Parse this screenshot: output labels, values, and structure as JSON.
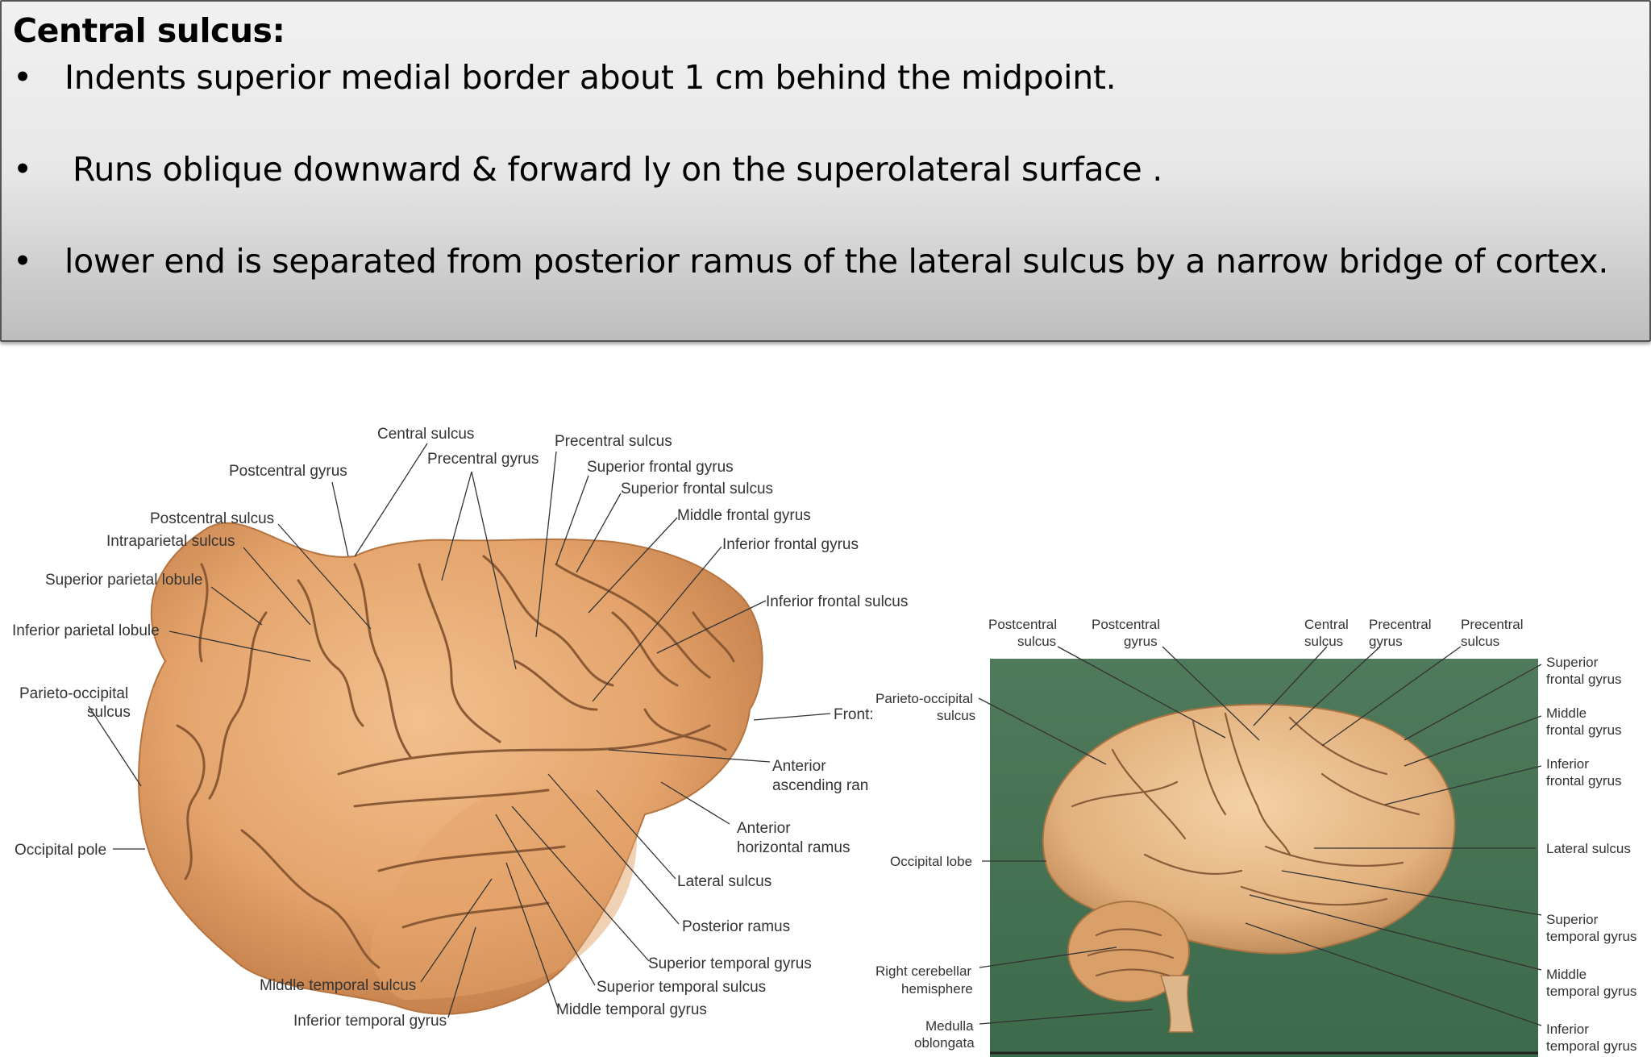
{
  "slide": {
    "heading": "Central sulcus:",
    "bullet_char": "•",
    "bullets": [
      "Indents  superior medial border about 1 cm behind the midpoint.",
      "Runs oblique downward & forward ly on the superolateral surface .",
      "lower end is separated from  posterior ramus of the lateral sulcus by a narrow bridge of cortex."
    ]
  },
  "diagram_left": {
    "labels": {
      "central_sulcus": "Central sulcus",
      "precentral_sulcus": "Precentral sulcus",
      "postcentral_gyrus": "Postcentral gyrus",
      "precentral_gyrus": "Precentral gyrus",
      "superior_frontal_gyrus": "Superior frontal gyrus",
      "superior_frontal_sulcus": "Superior frontal sulcus",
      "postcentral_sulcus": "Postcentral sulcus",
      "middle_frontal_gyrus": "Middle frontal gyrus",
      "intraparietal_sulcus": "Intraparietal sulcus",
      "inferior_frontal_gyrus": "Inferior frontal gyrus",
      "superior_parietal_lobule": "Superior parietal lobule",
      "inferior_frontal_sulcus": "Inferior frontal sulcus",
      "inferior_parietal_lobule": "Inferior parietal lobule",
      "parieto_occipital_1": "Parieto-occipital",
      "parieto_occipital_2": "sulcus",
      "frontal": "Front:",
      "anterior_ascending_1": "Anterior",
      "anterior_ascending_2": "ascending ran",
      "anterior_horizontal_1": "Anterior",
      "anterior_horizontal_2": "horizontal ramus",
      "occipital_pole": "Occipital pole",
      "lateral_sulcus": "Lateral sulcus",
      "posterior_ramus": "Posterior ramus",
      "superior_temporal_gyrus": "Superior temporal gyrus",
      "middle_temporal_sulcus": "Middle temporal sulcus",
      "superior_temporal_sulcus": "Superior temporal sulcus",
      "middle_temporal_gyrus": "Middle temporal gyrus",
      "inferior_temporal_gyrus": "Inferior temporal gyrus"
    }
  },
  "diagram_right": {
    "labels": {
      "postcentral_sulcus_1": "Postcentral",
      "postcentral_sulcus_2": "sulcus",
      "postcentral_gyrus_1": "Postcentral",
      "postcentral_gyrus_2": "gyrus",
      "central_sulcus_1": "Central",
      "central_sulcus_2": "sulcus",
      "precentral_gyrus_1": "Precentral",
      "precentral_gyrus_2": "gyrus",
      "precentral_sulcus_1": "Precentral",
      "precentral_sulcus_2": "sulcus",
      "parieto_occipital_1": "Parieto-occipital",
      "parieto_occipital_2": "sulcus",
      "superior_frontal_1": "Superior",
      "superior_frontal_2": "frontal gyrus",
      "middle_frontal_1": "Middle",
      "middle_frontal_2": "frontal gyrus",
      "inferior_frontal_1": "Inferior",
      "inferior_frontal_2": "frontal gyrus",
      "lateral_sulcus": "Lateral sulcus",
      "occipital_lobe": "Occipital lobe",
      "superior_temporal_1": "Superior",
      "superior_temporal_2": "temporal gyrus",
      "right_cerebellar_1": "Right cerebellar",
      "right_cerebellar_2": "hemisphere",
      "middle_temporal_1": "Middle",
      "middle_temporal_2": "temporal gyrus",
      "medulla_1": "Medulla",
      "medulla_2": "oblongata",
      "inferior_temporal_1": "Inferior",
      "inferior_temporal_2": "temporal gyrus"
    }
  }
}
